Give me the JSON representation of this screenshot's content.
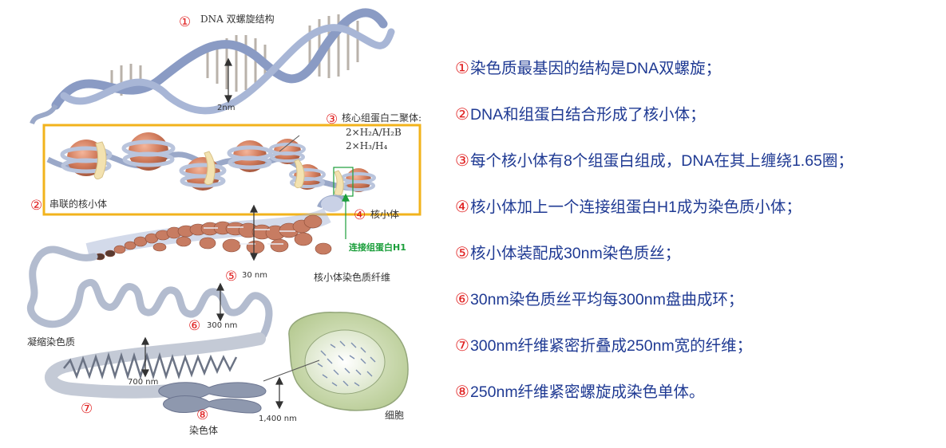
{
  "labels": {
    "dna": "DNA 双螺旋结构",
    "dna_width": "2nm",
    "octamer_title": "核心组蛋白二聚体:",
    "octamer_line1": "2×H₂A/H₂B",
    "octamer_line2": "2×H₃/H₄",
    "beads": "串联的核小体",
    "nucleosome": "核小体",
    "linker": "连接组蛋白H1",
    "fiber_30_size": "30 nm",
    "fiber_30": "核小体染色质纤维",
    "loop_300": "300 nm",
    "condensed": "凝缩染色质",
    "fiber_700": "700 nm",
    "chromosome_size": "1,400 nm",
    "chromosome": "染色体",
    "cell": "细胞"
  },
  "markers": [
    "①",
    "②",
    "③",
    "④",
    "⑤",
    "⑥",
    "⑦",
    "⑧"
  ],
  "steps": [
    {
      "marker": "①",
      "text": "染色质最基因的结构是DNA双螺旋；"
    },
    {
      "marker": "②",
      "text": "DNA和组蛋白结合形成了核小体；"
    },
    {
      "marker": "③",
      "text": "每个核小体有8个组蛋白组成，DNA在其上缠绕1.65圈；"
    },
    {
      "marker": "④",
      "text": "核小体加上一个连接组蛋白H1成为染色质小体；"
    },
    {
      "marker": "⑤",
      "text": "核小体装配成30nm染色质丝；"
    },
    {
      "marker": "⑥",
      "text": "30nm染色质丝平均每300nm盘曲成环；"
    },
    {
      "marker": "⑦",
      "text": "300nm纤维紧密折叠成250nm宽的纤维；"
    },
    {
      "marker": "⑧",
      "text": "250nm纤维紧密螺旋成染色单体。"
    }
  ],
  "colors": {
    "marker": "#e02020",
    "step_text": "#1f3a93",
    "highlight_box": "#f2b31c",
    "linker_label": "#1a9e3a",
    "dna_strand": "#8a9bc4",
    "histone": "#d07a5a",
    "cell": "#c8d9a8"
  }
}
